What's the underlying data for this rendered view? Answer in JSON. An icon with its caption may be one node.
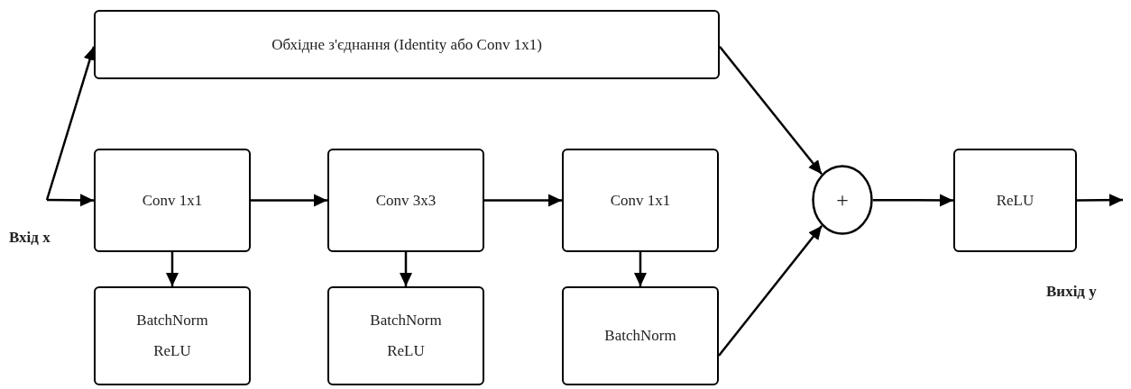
{
  "diagram": {
    "nodes": [
      {
        "text": [
          "Обхідне з'єднання (Identity або Conv 1x1)"
        ]
      },
      {
        "text": [
          "Conv 1x1"
        ]
      },
      {
        "text": [
          "Conv 3x3"
        ]
      },
      {
        "text": [
          "Conv 1x1"
        ]
      },
      {
        "text": [
          "BatchNorm",
          "ReLU"
        ]
      },
      {
        "text": [
          "BatchNorm",
          "ReLU"
        ]
      },
      {
        "text": [
          "BatchNorm"
        ]
      },
      {
        "text": [
          "+"
        ]
      },
      {
        "text": [
          "ReLU"
        ]
      }
    ],
    "edges": [
      {
        "from": null,
        "to": 1,
        "arrow": "to"
      },
      {
        "from": null,
        "to": 0,
        "arrow": "to"
      },
      {
        "from": 1,
        "to": 2,
        "arrow": "to"
      },
      {
        "from": 2,
        "to": 3,
        "arrow": "to"
      },
      {
        "from": 1,
        "to": 4,
        "arrow": "to"
      },
      {
        "from": 2,
        "to": 5,
        "arrow": "to"
      },
      {
        "from": 3,
        "to": 6,
        "arrow": "to"
      },
      {
        "from": 0,
        "to": 7,
        "arrow": "to"
      },
      {
        "from": 6,
        "to": 7,
        "arrow": "to"
      },
      {
        "from": 7,
        "to": 8,
        "arrow": "to"
      },
      {
        "from": 8,
        "to": null,
        "arrow": "to"
      }
    ],
    "labels": [
      "Вхід x",
      "Вихід y"
    ]
  }
}
